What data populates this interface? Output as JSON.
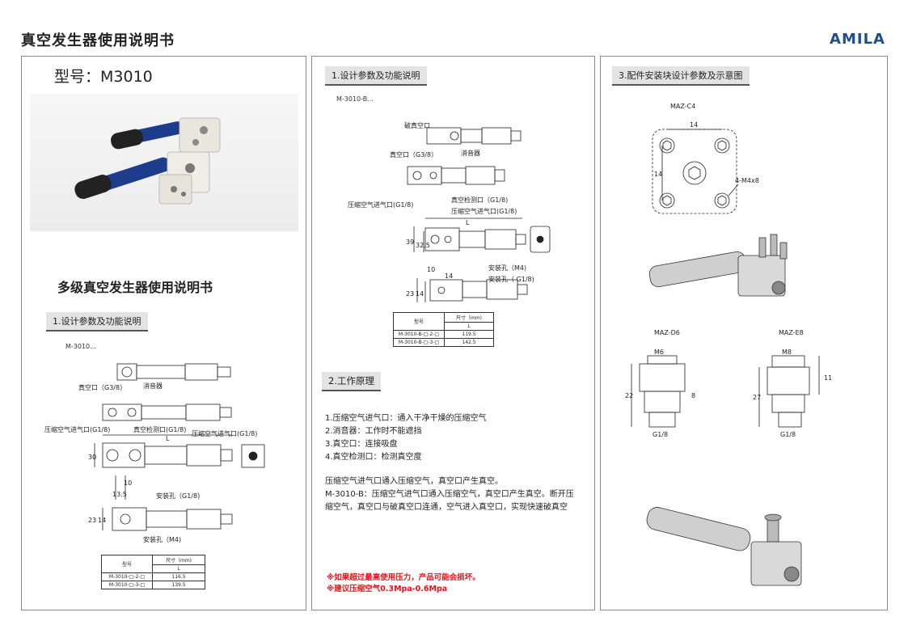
{
  "header": {
    "title": "真空发生器使用说明书",
    "brand": "AMILA"
  },
  "panel1": {
    "model": "型号：M3010",
    "subtitle": "多级真空发生器使用说明书",
    "section1": "1.设计参数及功能说明",
    "series": "M-3010...",
    "labels": {
      "vacuum_port": "真空口（G3/8）",
      "muffler": "消音器",
      "air_inlet_left": "压缩空气进气口(G1/8)",
      "vacuum_detect": "真空检测口(G1/8)",
      "air_inlet_right": "压缩空气进气口(G1/8)",
      "mount_g18": "安装孔（G1/8)",
      "mount_m4": "安装孔（M4)"
    },
    "dims": {
      "L": "L",
      "d30": "30",
      "d135": "13.5",
      "d10": "10",
      "d23": "23",
      "d14": "14"
    },
    "table": {
      "h_model": "型号",
      "h_size": "尺寸（mm)",
      "h_L": "L",
      "rows": [
        {
          "model": "M-3010-□-2-□",
          "L": "116.5"
        },
        {
          "model": "M-3010-□-3-□",
          "L": "139.5"
        }
      ]
    }
  },
  "panel2": {
    "section1": "1.设计参数及功能说明",
    "series": "M-3010-B...",
    "labels": {
      "break_port": "破真空口",
      "vacuum_port": "真空口（G3/8）",
      "muffler": "消音器",
      "air_inlet_left": "压缩空气进气口(G1/8)",
      "vacuum_detect": "真空检测口（G1/8)",
      "air_inlet_right": "压缩空气进气口(G1/8)",
      "mount_m4": "安装孔（M4)",
      "mount_g18": "安装孔（ G1/8)"
    },
    "dims": {
      "L": "L",
      "d39": "39",
      "d325": "32.5",
      "d10": "10",
      "d14": "14",
      "d23": "23",
      "d14b": "14"
    },
    "table": {
      "h_model": "型号",
      "h_size": "尺寸（mm)",
      "h_L": "L",
      "rows": [
        {
          "model": "M-3010-B-□-2-□",
          "L": "119.5"
        },
        {
          "model": "M-3010-B-□-3-□",
          "L": "142.5"
        }
      ]
    },
    "section2": "2.工作原理",
    "principles": [
      "1.压缩空气进气口：通入干净干燥的压缩空气",
      "2.消音器：工作时不能遮挡",
      "3.真空口：连接吸盘",
      "4.真空检测口：检测真空度"
    ],
    "description": [
      "压缩空气进气口通入压缩空气，真空口产生真空。",
      "M-3010-B：压缩空气进气口通入压缩空气，真空口产生真空。断开压",
      "缩空气，真空口与破真空口连通，空气进入真空口，实现快速破真空"
    ],
    "warnings": [
      "※如果超过最高使用压力，产品可能会损坏。",
      "※建议压缩空气0.3Mpa-0.6Mpa"
    ]
  },
  "panel3": {
    "section": "3.配件安装块设计参数及示意图",
    "c4": {
      "name": "MAZ-C4",
      "w": "14",
      "h": "14",
      "holes": "4-M4x8"
    },
    "d6": {
      "name": "MAZ-D6",
      "thread": "M6",
      "h": "22",
      "h2": "8",
      "port": "G1/8"
    },
    "e8": {
      "name": "MAZ-E8",
      "thread": "M8",
      "h": "27",
      "h2": "11",
      "port": "G1/8"
    }
  }
}
